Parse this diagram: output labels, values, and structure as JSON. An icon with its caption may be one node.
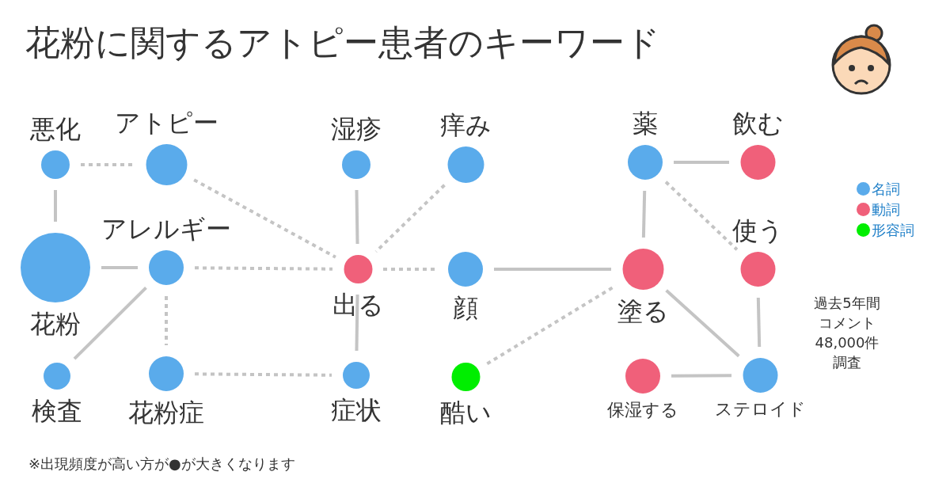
{
  "diagram": {
    "title": "花粉に関するアトピー患者のキーワード",
    "nodes": [
      {
        "text": [
          "悪化"
        ]
      },
      {
        "text": [
          "アトピー"
        ]
      },
      {
        "text": [
          "湿疹"
        ]
      },
      {
        "text": [
          "痒み"
        ]
      },
      {
        "text": [
          "薬"
        ]
      },
      {
        "text": [
          "飲む"
        ]
      },
      {
        "text": [
          "花粉"
        ]
      },
      {
        "text": [
          "アレルギー"
        ]
      },
      {
        "text": [
          "出る"
        ]
      },
      {
        "text": [
          "顔"
        ]
      },
      {
        "text": [
          "塗る"
        ]
      },
      {
        "text": [
          "使う"
        ]
      },
      {
        "text": [
          "検査"
        ]
      },
      {
        "text": [
          "花粉症"
        ]
      },
      {
        "text": [
          "症状"
        ]
      },
      {
        "text": [
          "酷い"
        ]
      },
      {
        "text": [
          "保湿する"
        ]
      },
      {
        "text": [
          "ステロイド"
        ]
      }
    ],
    "edges": [
      {
        "from": 0,
        "to": 1,
        "arrow": "none",
        "style": "dashed"
      },
      {
        "from": 0,
        "to": 6,
        "arrow": "none"
      },
      {
        "from": 1,
        "to": 8,
        "arrow": "none",
        "style": "dashed"
      },
      {
        "from": 6,
        "to": 7,
        "arrow": "none"
      },
      {
        "from": 7,
        "to": 8,
        "arrow": "none",
        "style": "dashed"
      },
      {
        "from": 7,
        "to": 13,
        "arrow": "none",
        "style": "dashed"
      },
      {
        "from": 7,
        "to": 12,
        "arrow": "none"
      },
      {
        "from": 2,
        "to": 8,
        "arrow": "none"
      },
      {
        "from": 3,
        "to": 8,
        "arrow": "none",
        "style": "dashed"
      },
      {
        "from": 8,
        "to": 9,
        "arrow": "none",
        "style": "dashed"
      },
      {
        "from": 8,
        "to": 14,
        "arrow": "none"
      },
      {
        "from": 13,
        "to": 14,
        "arrow": "none",
        "style": "dashed"
      },
      {
        "from": 9,
        "to": 10,
        "arrow": "none"
      },
      {
        "from": 15,
        "to": 10,
        "arrow": "none",
        "style": "dashed"
      },
      {
        "from": 4,
        "to": 5,
        "arrow": "none"
      },
      {
        "from": 4,
        "to": 10,
        "arrow": "none"
      },
      {
        "from": 4,
        "to": 11,
        "arrow": "none",
        "style": "dashed"
      },
      {
        "from": 10,
        "to": 17,
        "arrow": "none"
      },
      {
        "from": 11,
        "to": 17,
        "arrow": "none"
      },
      {
        "from": 16,
        "to": 17,
        "arrow": "none"
      }
    ],
    "labels": [
      "過去5年間",
      "コメント",
      "48,000件",
      "調査",
      "※出現頻度が高い方が●が大きくなります"
    ],
    "legend": [
      {
        "text": "名詞",
        "color": "#5aabeb"
      },
      {
        "text": "動詞",
        "color": "#f0607a"
      },
      {
        "text": "形容詞",
        "color": "#00ee00"
      }
    ]
  }
}
